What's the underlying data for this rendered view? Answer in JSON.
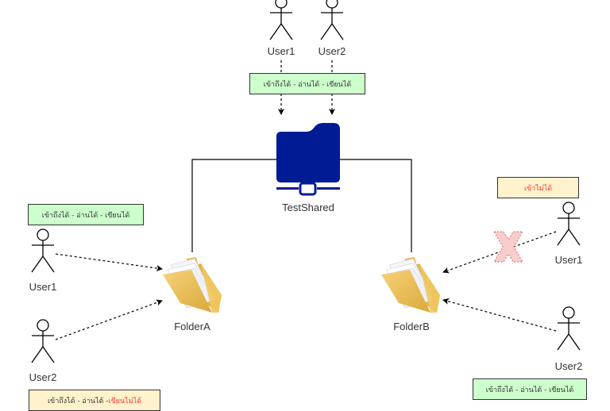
{
  "colors": {
    "green_note_bg": "#ccffcc",
    "yellow_note_bg": "#fff2cc",
    "denied_text": "#ff3333",
    "shared_folder": "#001c94",
    "cross": "#f8cecc"
  },
  "shared": {
    "label": "TestShared",
    "icon": "network-shared-folder-icon"
  },
  "top": {
    "users": [
      {
        "label": "User1"
      },
      {
        "label": "User2"
      }
    ],
    "note": "เข้าถึงได้ - อ่านได้ - เขียนได้"
  },
  "folderA": {
    "label": "FolderA",
    "icon": "folder-icon",
    "users": [
      {
        "label": "User1"
      },
      {
        "label": "User2"
      }
    ],
    "note_user1": "เข้าถึงได้ - อ่านได้ - เขียนได้",
    "note_user2_allowed": "เข้าถึงได้ - อ่านได้ - ",
    "note_user2_denied": "เขียนไม่ได้"
  },
  "folderB": {
    "label": "FolderB",
    "icon": "folder-icon",
    "users": [
      {
        "label": "User1"
      },
      {
        "label": "User2"
      }
    ],
    "note_user1": "เข้าไม่ได้",
    "note_user2": "เข้าถึงได้ - อ่านได้ - เขียนได้"
  }
}
